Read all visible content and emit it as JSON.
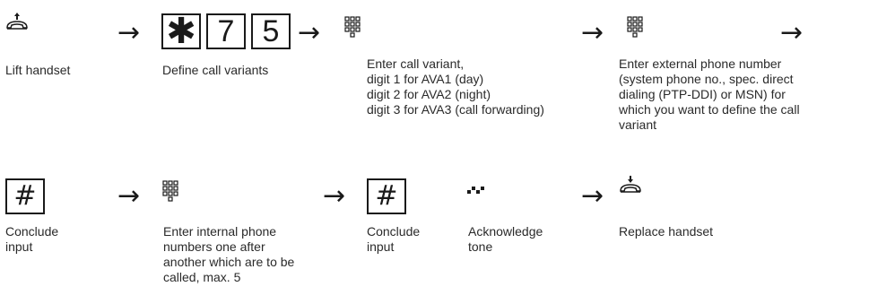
{
  "row1": {
    "step1_label": "Lift handset",
    "keys": [
      "✱",
      "7",
      "5"
    ],
    "step2_label": "Define call variants",
    "step3_lines": [
      "Enter call variant,",
      "digit 1 for AVA1 (day)",
      "digit 2 for AVA2 (night)",
      "digit 3 for AVA3 (call forwarding)"
    ],
    "step4_lines": [
      "Enter external phone number",
      "(system phone no., spec. direct",
      "dialing (PTP-DDI) or MSN) for",
      "which you want to define the call",
      "variant"
    ]
  },
  "row2": {
    "hash_key": "#",
    "conclude1_lines": [
      "Conclude",
      "input"
    ],
    "enter_internal_lines": [
      "Enter internal phone",
      "numbers one after",
      "another which are to be",
      "called, max. 5"
    ],
    "conclude2_lines": [
      "Conclude",
      "input"
    ],
    "ack_lines": [
      "Acknowledge",
      "tone"
    ],
    "replace_label": "Replace handset"
  },
  "arrow_glyph": "→",
  "icons": {
    "lift": "lift-handset-icon",
    "keypad": "keypad-icon",
    "tone": "acknowledge-tone-icon",
    "replace": "replace-handset-icon"
  }
}
